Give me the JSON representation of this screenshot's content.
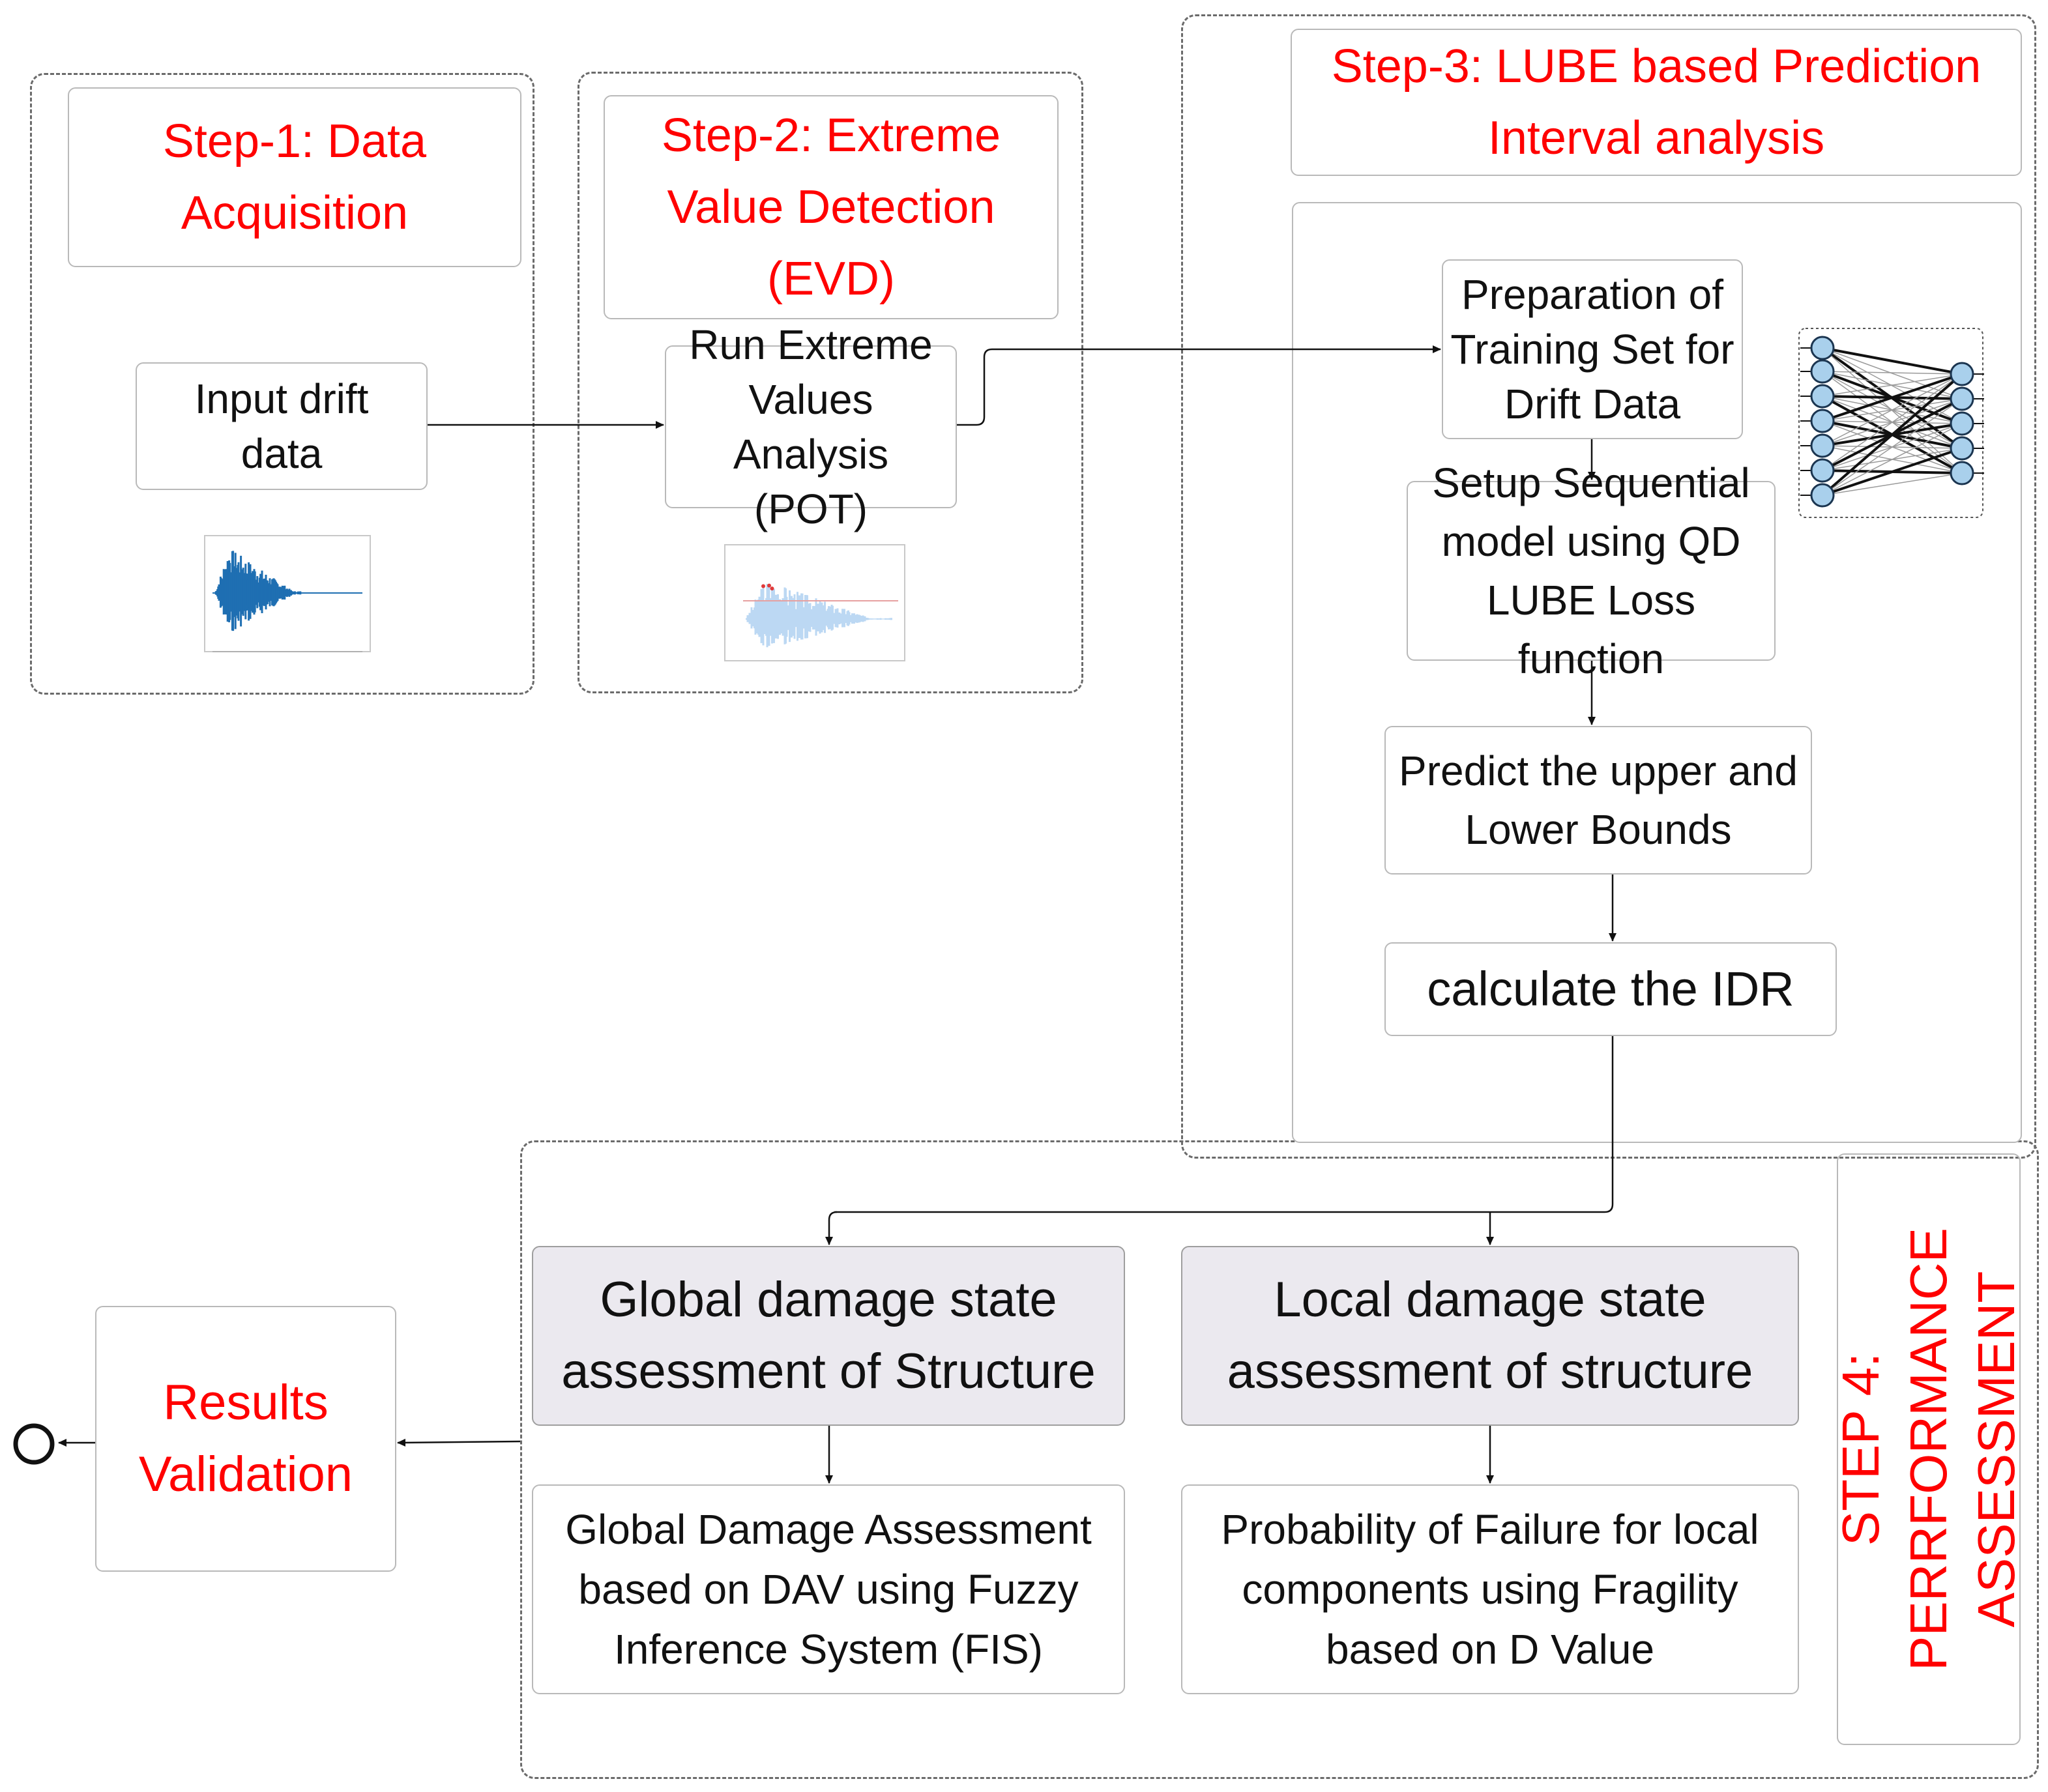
{
  "step1": {
    "title": "Step-1: Data\nAcquisition",
    "input": "Input drift\ndata",
    "thumb_icon": "waveform-plot-icon"
  },
  "step2": {
    "title": "Step-2: Extreme\nValue Detection\n(EVD)",
    "run": "Run Extreme\nValues\nAnalysis  (POT)",
    "thumb_icon": "peaks-over-threshold-plot-icon"
  },
  "step3": {
    "title": "Step-3: LUBE based Prediction\nInterval analysis",
    "prep": "Preparation of\nTraining Set for\nDrift Data",
    "setup": "Setup Sequential\nmodel using QD\nLUBE Loss function",
    "predict": "Predict the upper and\nLower Bounds",
    "idr": "calculate the IDR",
    "nn_icon": "neural-network-icon"
  },
  "step4": {
    "title": "STEP 4:\nPERRFORMANCE\nASSESSMENT",
    "global_state": "Global damage state\nassessment of Structure",
    "local_state": "Local damage state\nassessment of structure",
    "global_assess": "Global Damage Assessment\nbased on DAV using Fuzzy\nInference System (FIS)",
    "local_assess": "Probability of Failure for local\ncomponents using Fragility\nbased on D Value"
  },
  "results": {
    "label": "Results\nValidation",
    "end_icon": "end-event-circle-icon"
  },
  "colors": {
    "accent": "#ff0000",
    "grey_box": "#ebe9ef",
    "dash": "#6b6b6b",
    "line": "#111111"
  }
}
